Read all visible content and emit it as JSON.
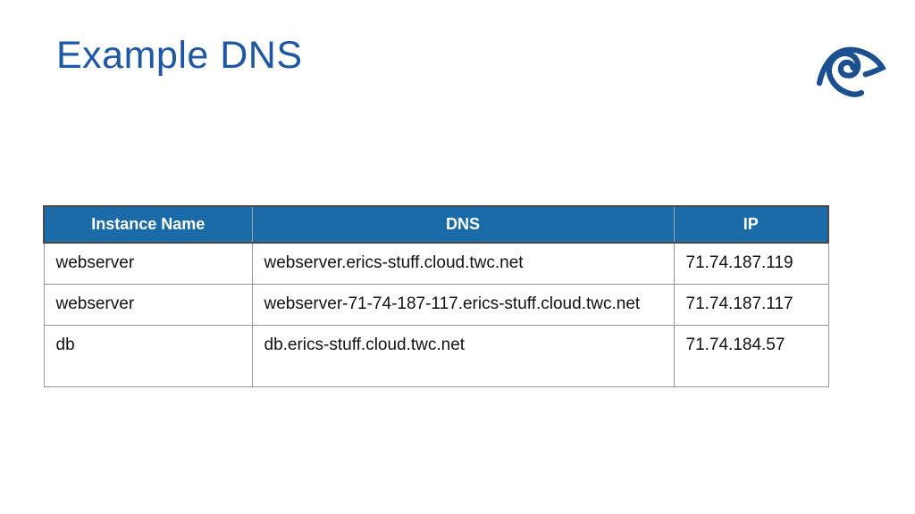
{
  "slide": {
    "title": "Example DNS",
    "logo": "twc-eye-logo",
    "colors": {
      "title_blue": "#1D57A5",
      "header_blue": "#1A6BA8",
      "logo_blue": "#1B4F8F",
      "header_text": "#FFFFFF",
      "body_text": "#111111",
      "grid_line": "#999999"
    }
  },
  "table": {
    "columns": [
      {
        "label": "Instance Name"
      },
      {
        "label": "DNS"
      },
      {
        "label": "IP"
      }
    ],
    "rows": [
      {
        "instance_name": "webserver",
        "dns": "webserver.erics-stuff.cloud.twc.net",
        "ip": "71.74.187.119"
      },
      {
        "instance_name": "webserver",
        "dns": "webserver-71-74-187-117.erics-stuff.cloud.twc.net",
        "ip": "71.74.187.117"
      },
      {
        "instance_name": "db",
        "dns": "db.erics-stuff.cloud.twc.net",
        "ip": "71.74.184.57"
      }
    ]
  }
}
